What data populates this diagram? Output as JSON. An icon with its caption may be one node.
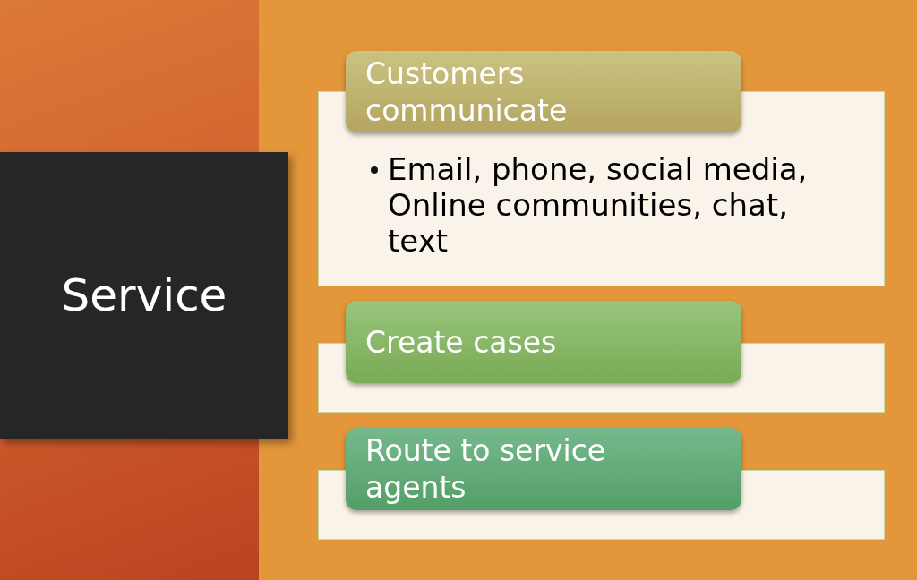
{
  "diagram": {
    "nodes": [
      {
        "text": [
          "Service"
        ]
      },
      {
        "text": [
          "Customers communicate"
        ]
      },
      {
        "text": [
          "Email, phone, social media, Online communities, chat, text"
        ]
      },
      {
        "text": [
          "Create cases"
        ]
      },
      {
        "text": [],
        "shape": "box"
      },
      {
        "text": [
          "Route to service agents"
        ]
      },
      {
        "text": [],
        "shape": "box"
      }
    ]
  }
}
